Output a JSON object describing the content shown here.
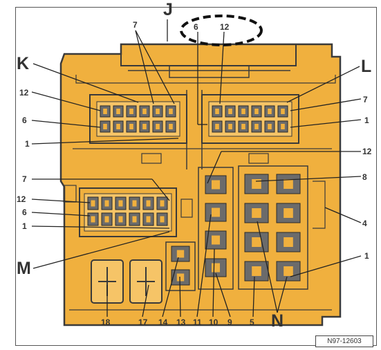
{
  "labels": {
    "J": "J",
    "K": "K",
    "L": "L",
    "M": "M",
    "N": "N",
    "top_7": "7",
    "top_6": "6",
    "top_12": "12",
    "k_12": "12",
    "k_6": "6",
    "k_1": "1",
    "l_7": "7",
    "l_1": "1",
    "l_12": "12",
    "m_7": "7",
    "m_12": "12",
    "m_6": "6",
    "m_1": "1",
    "n_8": "8",
    "n_4": "4",
    "n_1": "1",
    "b_18": "18",
    "b_17": "17",
    "b_14": "14",
    "b_13": "13",
    "b_11": "11",
    "b_10": "10",
    "b_9": "9",
    "b_5": "5"
  },
  "reference": "N97-12603",
  "colors": {
    "housing": "#f0b03e",
    "outline": "#3a3a3a",
    "terminal": "#6b6b6b",
    "callout": "#222222"
  }
}
